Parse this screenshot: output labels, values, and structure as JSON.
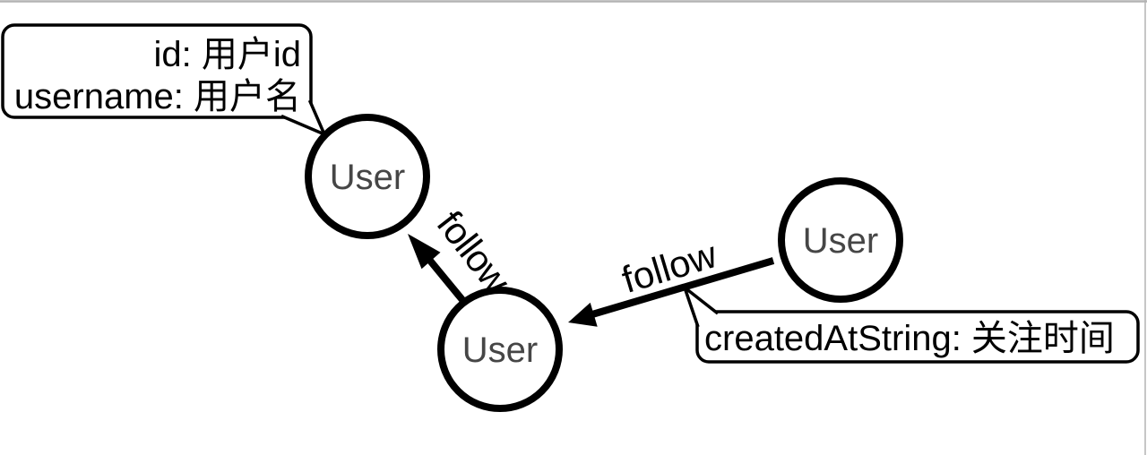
{
  "diagram": {
    "description": "Graph data model: three User nodes linked by follow relationships, with property callouts",
    "nodes": [
      {
        "id": "user-top-left",
        "label": "User"
      },
      {
        "id": "user-bottom-middle",
        "label": "User"
      },
      {
        "id": "user-right",
        "label": "User"
      }
    ],
    "edges": [
      {
        "id": "follow-diagonal",
        "label": "follow",
        "from": "user-bottom-middle",
        "to": "user-top-left"
      },
      {
        "id": "follow-horizontal",
        "label": "follow",
        "from": "user-right",
        "to": "user-bottom-middle"
      }
    ],
    "callouts": [
      {
        "id": "user-properties",
        "attached_to": "user-top-left",
        "line1": "id: 用户id",
        "line2": "username: 用户名"
      },
      {
        "id": "follow-properties",
        "attached_to": "follow-horizontal",
        "line1": "createdAtString: 关注时间"
      }
    ],
    "colors": {
      "stroke": "#000000",
      "node_text": "#464646",
      "callout_fill": "#ffffff",
      "background": "#ffffff",
      "frame_line": "#b3b3b3"
    }
  }
}
